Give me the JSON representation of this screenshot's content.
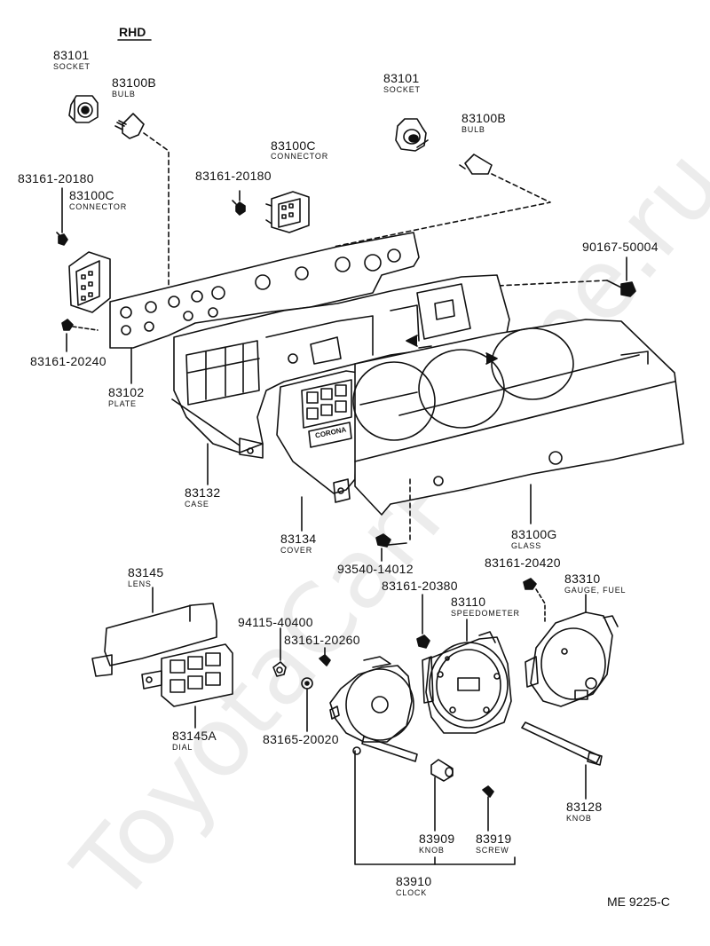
{
  "header": {
    "variant": "RHD"
  },
  "footer": {
    "code": "ME 9225-C"
  },
  "watermark": "ToyotaCarPartine.ru",
  "parts": {
    "socket_left": {
      "number": "83101",
      "name": "SOCKET"
    },
    "bulb_left": {
      "number": "83100B",
      "name": "BULB"
    },
    "socket_center": {
      "number": "83101",
      "name": "SOCKET"
    },
    "bulb_center": {
      "number": "83100B",
      "name": "BULB"
    },
    "connector_center": {
      "number": "83100C",
      "name": "CONNECTOR"
    },
    "screw_center": {
      "number": "83161-20180"
    },
    "screw_left": {
      "number": "83161-20180"
    },
    "connector_left": {
      "number": "83100C",
      "name": "CONNECTOR"
    },
    "screw_plate_right": {
      "number": "90167-50004"
    },
    "screw_plate_left": {
      "number": "83161-20240"
    },
    "plate": {
      "number": "83102",
      "name": "PLATE"
    },
    "case": {
      "number": "83132",
      "name": "CASE"
    },
    "cover": {
      "number": "83134",
      "name": "COVER"
    },
    "glass": {
      "number": "83100G",
      "name": "GLASS"
    },
    "screw_cover": {
      "number": "93540-14012"
    },
    "screw_fuel": {
      "number": "83161-20420"
    },
    "fuel_gauge": {
      "number": "83310",
      "name": "GAUGE, FUEL"
    },
    "screw_speedo": {
      "number": "83161-20380"
    },
    "speedometer": {
      "number": "83110",
      "name": "SPEEDOMETER"
    },
    "lens": {
      "number": "83145",
      "name": "LENS"
    },
    "nut": {
      "number": "94115-40400"
    },
    "screw_clock": {
      "number": "83161-20260"
    },
    "washer": {
      "number": "83165-20020"
    },
    "dial": {
      "number": "83145A",
      "name": "DIAL"
    },
    "knob_long": {
      "number": "83128",
      "name": "KNOB"
    },
    "knob_clock": {
      "number": "83909",
      "name": "KNOB"
    },
    "screw_knob": {
      "number": "83919",
      "name": "SCREW"
    },
    "clock": {
      "number": "83910",
      "name": "CLOCK"
    }
  },
  "inline_text": {
    "cover_badge": "CORONA"
  }
}
